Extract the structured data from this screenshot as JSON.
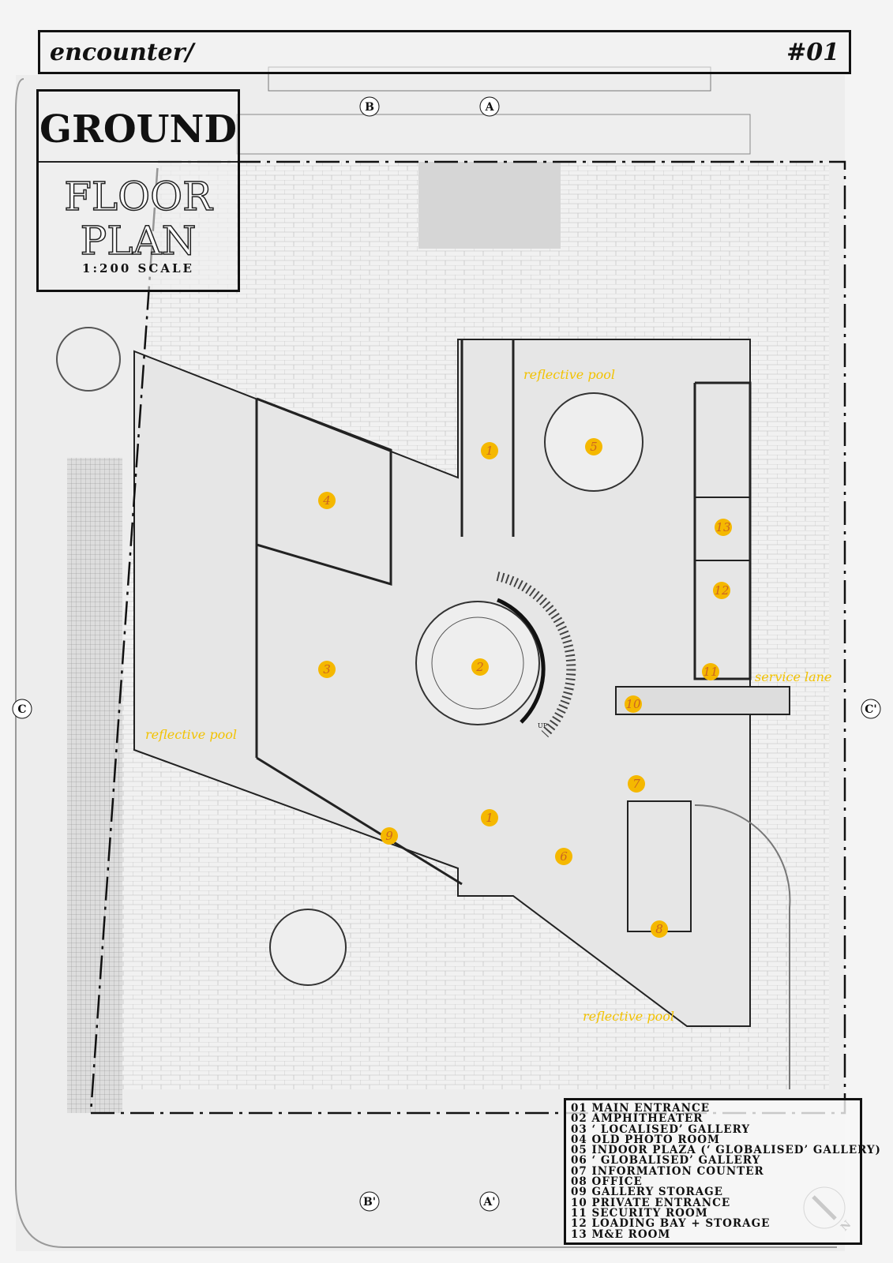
{
  "header": {
    "project": "encounter/",
    "sheet_number": "#01"
  },
  "title_block": {
    "line1": "GROUND",
    "line2": "FLOOR",
    "line3": "PLAN",
    "scale": "1:200 SCALE"
  },
  "markers": [
    "1",
    "1",
    "2",
    "3",
    "4",
    "5",
    "6",
    "7",
    "8",
    "9",
    "10",
    "11",
    "12",
    "13"
  ],
  "area_labels": {
    "reflective_pool": "reflective pool",
    "service_lane": "service lane"
  },
  "sections": {
    "b": "B",
    "a": "A",
    "b_prime": "B'",
    "a_prime": "A'",
    "c": "C",
    "c_prime": "C'"
  },
  "stair_label": "UP",
  "north_label": "N",
  "legend": [
    "01 MAIN ENTRANCE",
    "02 AMPHITHEATER",
    "03 ‘ LOCALISED’ GALLERY",
    "04 OLD PHOTO ROOM",
    "05 INDOOR PLAZA (‘ GLOBALISED’ GALLERY)",
    "06 ‘ GLOBALISED’ GALLERY",
    "07 INFORMATION COUNTER",
    "08 OFFICE",
    "09 GALLERY STORAGE",
    "10 PRIVATE ENTRANCE",
    "11 SECURITY ROOM",
    "12 LOADING BAY + STORAGE",
    "13 M&E ROOM"
  ],
  "colors": {
    "marker_fill": "#f5b800",
    "label_yellow": "#f2c200",
    "ink": "#111111",
    "paper": "#ececec"
  }
}
